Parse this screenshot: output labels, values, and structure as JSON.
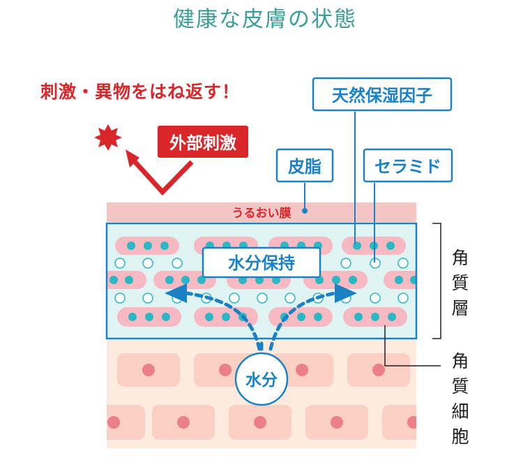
{
  "title": "健康な皮膚の状態",
  "warning": "刺激・異物をはね返す！",
  "labels": {
    "external_stimulus": "外部刺激",
    "sebum": "皮脂",
    "nmf": "天然保湿因子",
    "ceramide": "セラミド",
    "moisture_film": "うるおい膜",
    "water_retention": "水分保持",
    "water": "水分",
    "stratum_corneum": "角質層",
    "corneocyte": "角質細胞"
  },
  "colors": {
    "teal_title": "#3a9e97",
    "red": "#d9262b",
    "blue": "#1a82c4",
    "teal_dot": "#2bb7c4",
    "pink_cell": "#f7b9c2",
    "layer_bg": "#dff4f3",
    "film": "#f4c5c5",
    "lower_bg": "#fdebe0",
    "lower_cell": "#fbd0c4",
    "nucleus": "#ec808a"
  }
}
